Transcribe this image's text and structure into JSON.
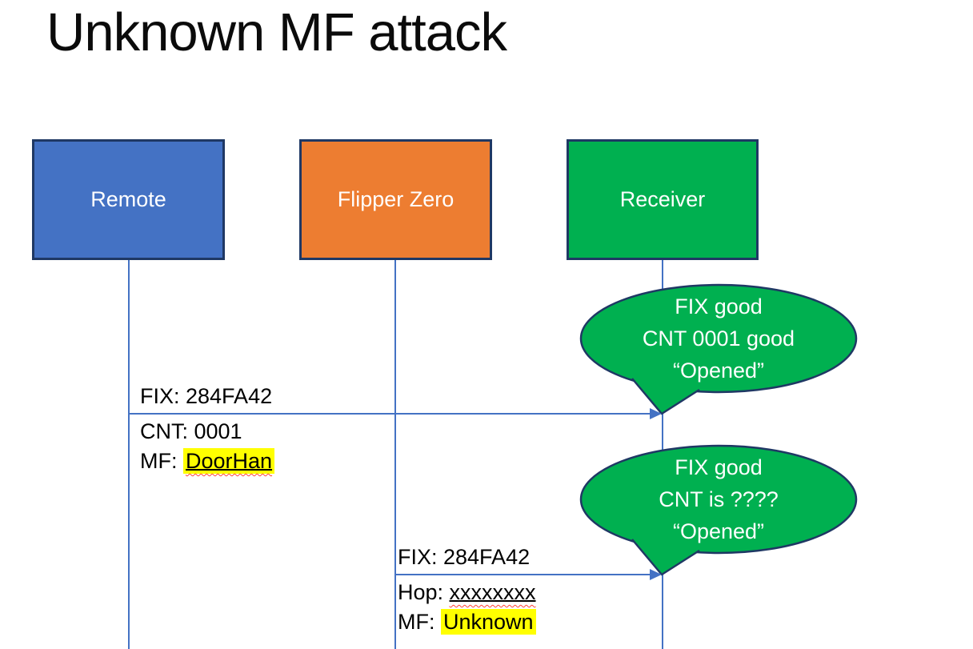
{
  "slide": {
    "title": "Unknown MF attack"
  },
  "actors": [
    {
      "id": "remote",
      "label": "Remote",
      "fill": "#4472C4"
    },
    {
      "id": "flipper-zero",
      "label": "Flipper Zero",
      "fill": "#ED7D31"
    },
    {
      "id": "receiver",
      "label": "Receiver",
      "fill": "#00B050"
    }
  ],
  "messages": [
    {
      "from": "Remote",
      "to": "Receiver",
      "label_above": "FIX: 284FA42",
      "below_line_1": {
        "prefix": "CNT: 0001",
        "flag": ""
      },
      "below_line_2": {
        "prefix": "MF: ",
        "flag": "DoorHan",
        "flag_style": "yellow highlight, underline, red squiggle"
      }
    },
    {
      "from": "Flipper Zero",
      "to": "Receiver",
      "label_above": "FIX: 284FA42",
      "below_line_1": {
        "prefix": "Hop: ",
        "flag": "xxxxxxxx",
        "flag_style": "underline, red squiggle"
      },
      "below_line_2": {
        "prefix": "MF: ",
        "flag": "Unknown",
        "flag_style": "yellow highlight"
      }
    }
  ],
  "callouts": [
    {
      "speaker": "Receiver",
      "lines": [
        "FIX good",
        "CNT 0001 good",
        "“Opened”"
      ]
    },
    {
      "speaker": "Receiver",
      "lines": [
        "FIX good",
        "CNT is ????",
        "“Opened”"
      ]
    }
  ],
  "colors": {
    "actor_border": "#1F3864",
    "lifeline": "#4472C4",
    "arrow": "#4472C4",
    "callout_fill": "#00B050",
    "callout_border": "#1F3864",
    "highlight": "#FFFF00",
    "squiggle": "#FF4136",
    "text": "#000000",
    "background": "#FFFFFF"
  }
}
